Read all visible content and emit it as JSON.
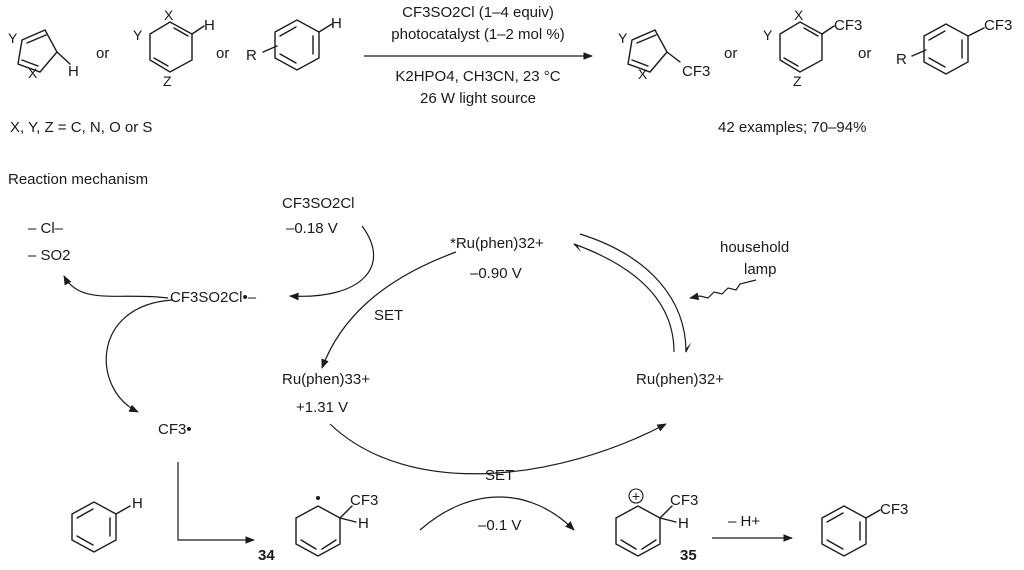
{
  "reaction": {
    "reagent_line1": "CF3SO2Cl (1–4 equiv)",
    "reagent_line2": "photocatalyst (1–2 mol %)",
    "condition_line1": "K2HPO4, CH3CN, 23 °C",
    "condition_line2": "26 W light source",
    "or": "or",
    "variable_note": "X, Y, Z = C, N, O or S",
    "yield_note": "42 examples; 70–94%",
    "atoms": {
      "X": "X",
      "Y": "Y",
      "Z": "Z",
      "H": "H",
      "R": "R",
      "CF3": "CF3",
      "F3C_right": "CF3"
    }
  },
  "mechanism": {
    "heading": "Reaction mechanism",
    "reagent": "CF3SO2Cl",
    "reagent_potential": "–0.18 V",
    "loss_cl": "– Cl–",
    "loss_so2": "– SO2",
    "radical_anion": "CF3SO2Cl•–",
    "cf3_radical": "CF3•",
    "excited_catalyst": "*Ru(phen)32+",
    "excited_potential": "–0.90 V",
    "light_source": [
      "household",
      "lamp"
    ],
    "set_top": "SET",
    "oxidized_catalyst": "Ru(phen)33+",
    "oxidized_potential": "+1.31 V",
    "ground_catalyst": "Ru(phen)32+",
    "set_bottom": "SET",
    "set_bottom_potential": "–0.1 V",
    "deprotonation": "– H+",
    "intermediate_radical_label": "34",
    "intermediate_cation_label": "35",
    "plus_symbol": "+",
    "benzene_H": "H",
    "int_H": "H",
    "int_CF3": "CF3"
  }
}
